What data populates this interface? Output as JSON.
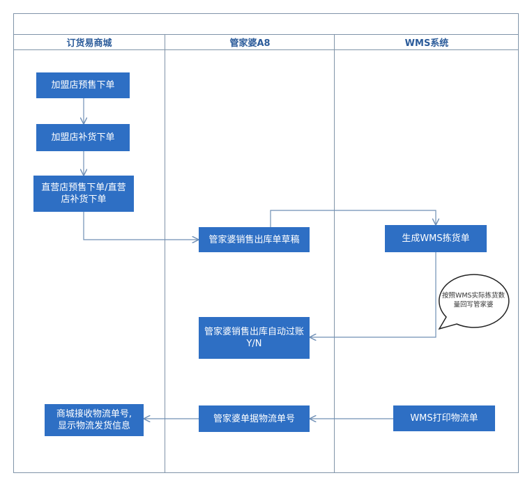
{
  "lanes": [
    "订货易商城",
    "管家婆A8",
    "WMS系统"
  ],
  "boxes": {
    "franchise_presale": "加盟店预售下单",
    "franchise_restock": "加盟店补货下单",
    "direct_order": "直营店预售下单/直营店补货下单",
    "a8_draft": "管家婆销售出库单草稿",
    "wms_pick": "生成WMS拣货单",
    "a8_autopost": "管家婆销售出库自动过账\nY/N",
    "mall_receive": "商城接收物流单号,\n显示物流发货信息",
    "a8_logistics": "管家婆单据物流单号",
    "wms_print": "WMS打印物流单"
  },
  "callout": "按照WMS实际拣货数量回写管家婆",
  "colors": {
    "box": "#2e6fc4",
    "line": "#7f93a8",
    "header_text": "#2b5b9a"
  }
}
